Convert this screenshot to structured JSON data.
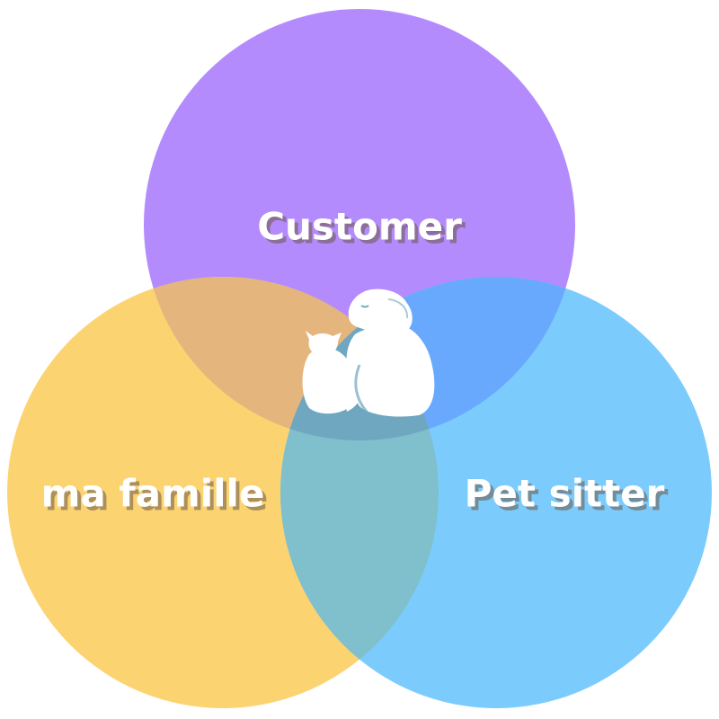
{
  "diagram": {
    "type": "venn",
    "sets": [
      {
        "key": "top",
        "label": "Customer",
        "color": "#b48bfd"
      },
      {
        "key": "left",
        "label": "ma famille",
        "color": "#fcd371"
      },
      {
        "key": "right",
        "label": "Pet sitter",
        "color": "#7ccbfd"
      }
    ],
    "overlap_colors": {
      "top_left": "#e4b57c",
      "top_right": "#69a9fd",
      "left_right": "#7fc0cc",
      "center": "#6fa6c0"
    },
    "center_icon": "cat-and-dog-icon",
    "text_color": "#ffffff"
  }
}
